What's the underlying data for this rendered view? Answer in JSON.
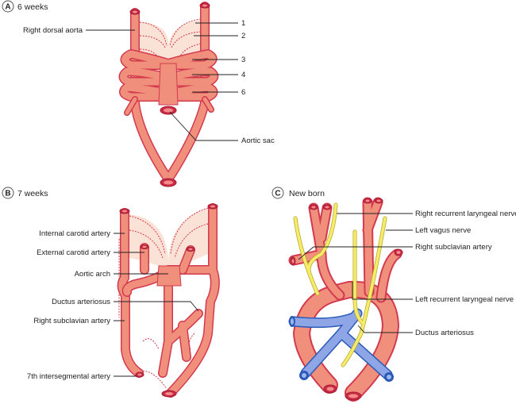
{
  "panels": {
    "a": {
      "letter": "A",
      "title": "6 weeks",
      "labels": {
        "right_dorsal_aorta": "Right dorsal aorta",
        "arch1": "1",
        "arch2": "2",
        "arch3": "3",
        "arch4": "4",
        "arch6": "6",
        "aortic_sac": "Aortic sac"
      }
    },
    "b": {
      "letter": "B",
      "title": "7 weeks",
      "labels": {
        "internal_carotid": "Internal carotid artery",
        "external_carotid": "External carotid artery",
        "aortic_arch": "Aortic arch",
        "ductus": "Ductus arteriosus",
        "right_subclavian": "Right subclavian artery",
        "seventh_intersegmental": "7th intersegmental artery"
      }
    },
    "c": {
      "letter": "C",
      "title": "New born",
      "labels": {
        "right_recurrent": "Right recurrent laryngeal nerve",
        "left_vagus": "Left vagus nerve",
        "right_subclavian": "Right subclavian artery",
        "left_recurrent": "Left recurrent laryngeal nerve",
        "ductus": "Ductus arteriosus"
      }
    }
  },
  "colors": {
    "artery": "#f0907c",
    "artery_edge": "#d33a4e",
    "vein": "#8ea6e6",
    "nerve": "#f5ec6a"
  }
}
